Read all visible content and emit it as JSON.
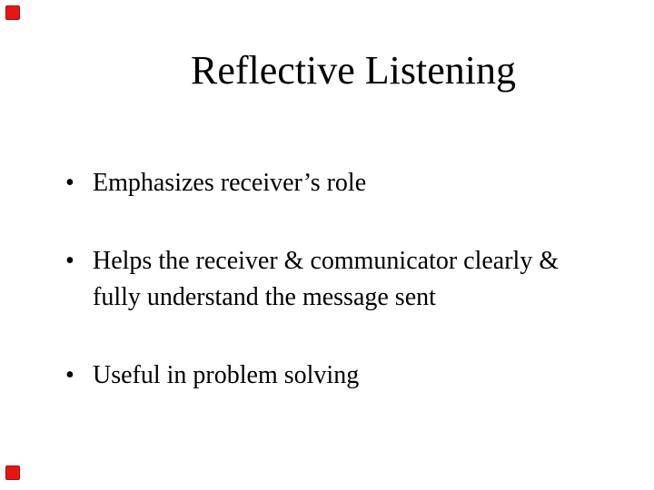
{
  "slide": {
    "title": "Reflective Listening",
    "bullet_glyph": "•",
    "bullets": [
      {
        "text": "Emphasizes receiver’s role"
      },
      {
        "text": "Helps the receiver & communicator clearly & fully understand the message sent"
      },
      {
        "text": "Useful in problem solving"
      }
    ],
    "colors": {
      "background": "#ffffff",
      "text": "#000000",
      "corner_marker_fill": "#ee1313",
      "corner_marker_border": "#991111"
    }
  }
}
